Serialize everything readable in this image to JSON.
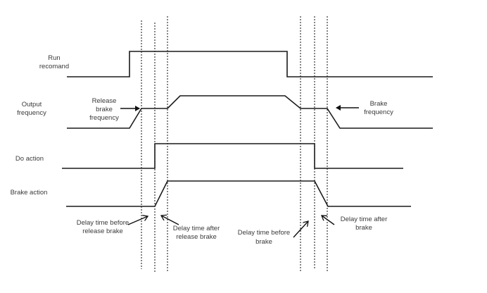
{
  "diagram": {
    "title": "Brake control timing diagram",
    "signals": [
      {
        "id": "run",
        "label_lines": [
          "Run",
          "recomand"
        ]
      },
      {
        "id": "output",
        "label_lines": [
          "Output",
          "frequency"
        ]
      },
      {
        "id": "do",
        "label_lines": [
          "Do action"
        ]
      },
      {
        "id": "brake",
        "label_lines": [
          "Brake action"
        ]
      }
    ],
    "annotations": {
      "release_brake_frequency": [
        "Release",
        "brake",
        "frequency"
      ],
      "brake_frequency": [
        "Brake",
        "frequency"
      ],
      "delay_before_release": [
        "Delay time before",
        "release brake"
      ],
      "delay_after_release": [
        "Delay time after",
        "release brake"
      ],
      "delay_before_brake": [
        "Delay time before",
        "brake"
      ],
      "delay_after_brake": [
        "Delay time after",
        "brake"
      ]
    }
  }
}
